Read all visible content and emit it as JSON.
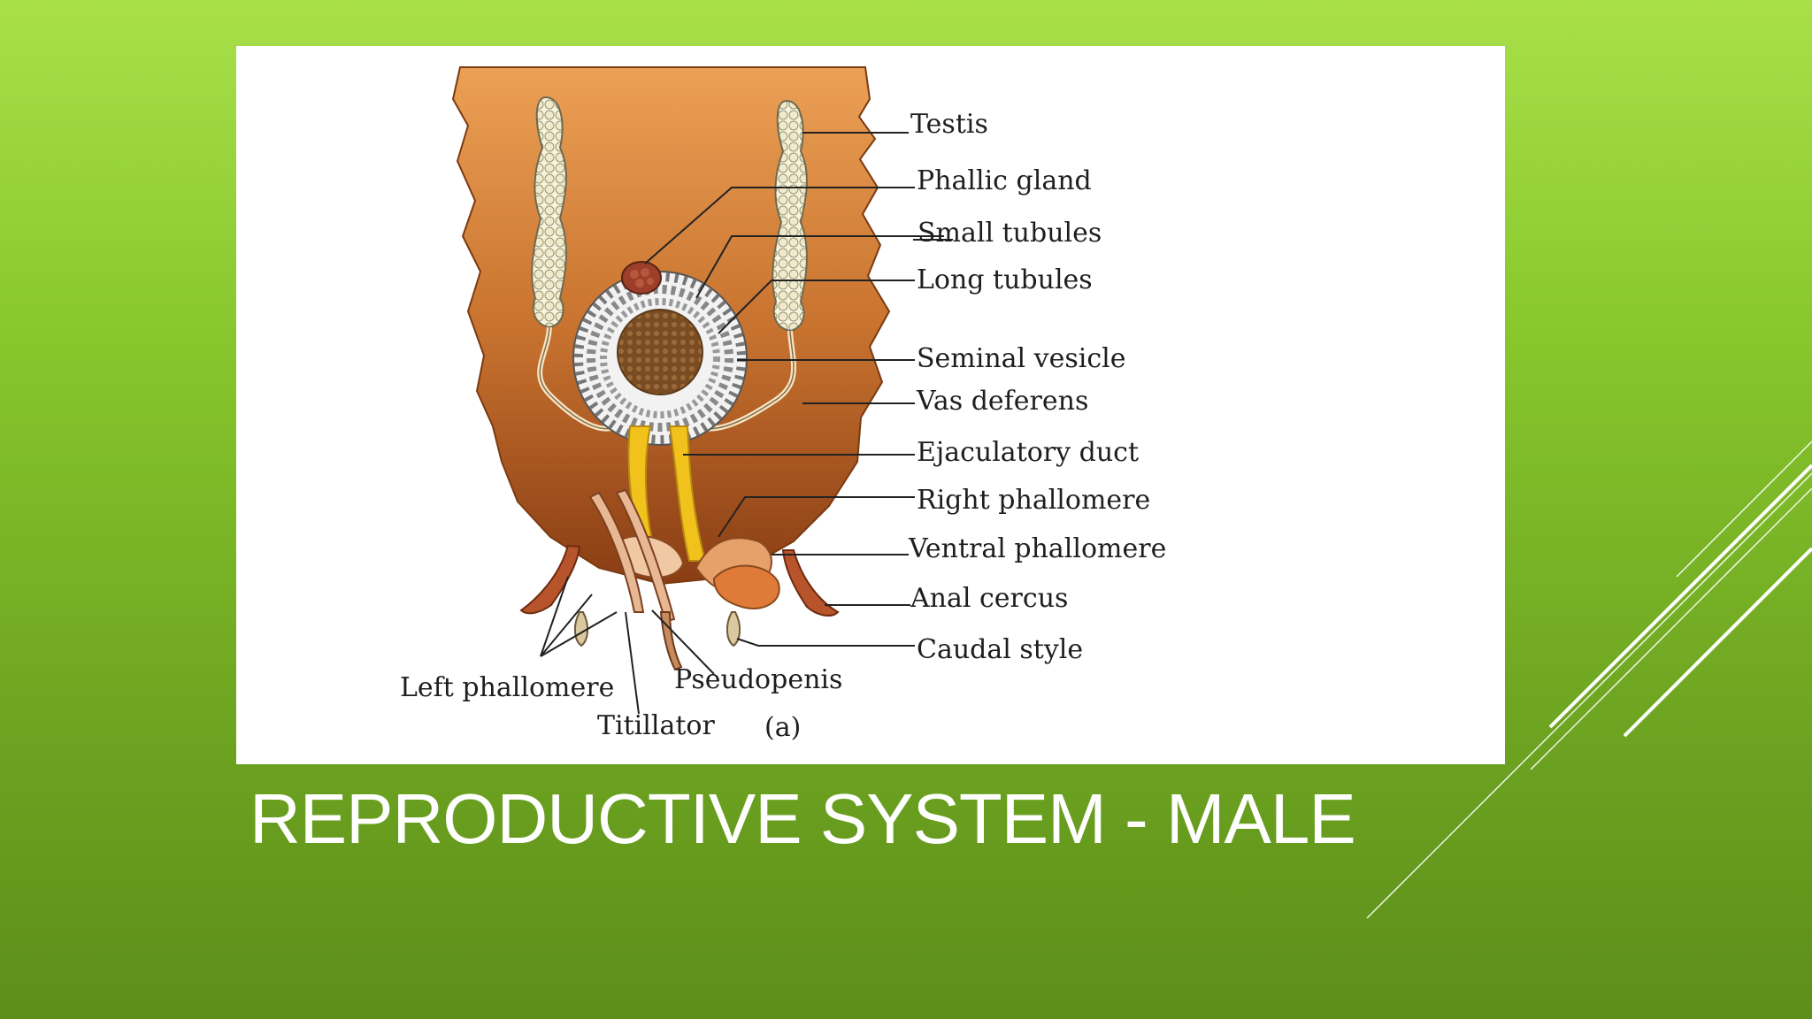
{
  "slide": {
    "title": "REPRODUCTIVE SYSTEM - MALE"
  },
  "diagram": {
    "labels": {
      "testis": "Testis",
      "phallic_gland": "Phallic gland",
      "small_tubules": "Small tubules",
      "long_tubules": "Long tubules",
      "seminal_vesicle": "Seminal vesicle",
      "vas_deferens": "Vas deferens",
      "ejaculatory_duct": "Ejaculatory duct",
      "right_phallomere": "Right phallomere",
      "ventral_phallomere": "Ventral phallomere",
      "anal_cercus": "Anal cercus",
      "caudal_style": "Caudal style",
      "left_phallomere": "Left phallomere",
      "pseudopenis": "Pseudopenis",
      "titillator": "Titillator",
      "panel_letter": "(a)"
    }
  },
  "colors": {
    "background_top": "#a9e04a",
    "background_bottom": "#5d8e1a",
    "abdomen_top": "#e89a4e",
    "abdomen_bottom": "#8e3f14",
    "testis_lobe": "#f4f1dc",
    "ejaculatory_duct": "#f2c21c",
    "title": "#ffffff"
  }
}
